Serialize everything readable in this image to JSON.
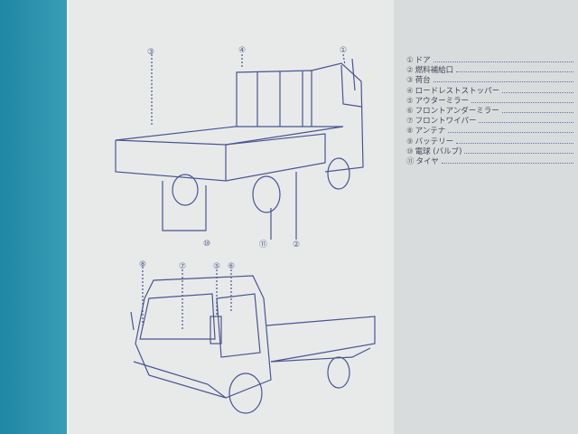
{
  "parts_list": [
    {
      "num": "①",
      "label": "ドア"
    },
    {
      "num": "②",
      "label": "燃料補給口"
    },
    {
      "num": "③",
      "label": "荷台"
    },
    {
      "num": "④",
      "label": "ロードレストストッパー"
    },
    {
      "num": "⑤",
      "label": "アウターミラー"
    },
    {
      "num": "⑥",
      "label": "フロントアンダーミラー"
    },
    {
      "num": "⑦",
      "label": "フロントワイパー"
    },
    {
      "num": "⑧",
      "label": "アンテナ"
    },
    {
      "num": "⑨",
      "label": "バッテリー"
    },
    {
      "num": "⑩",
      "label": "電球 (バルブ)"
    },
    {
      "num": "⑪",
      "label": "タイヤ"
    }
  ],
  "rear_view_callouts": [
    "③",
    "④",
    "①",
    "⑩",
    "⑪",
    "②"
  ],
  "front_view_callouts": [
    "⑧",
    "⑦",
    "⑤",
    "⑥"
  ],
  "colors": {
    "line_art": "#4a5590",
    "background": "#2a8fa8",
    "page": "#e8eaea"
  }
}
